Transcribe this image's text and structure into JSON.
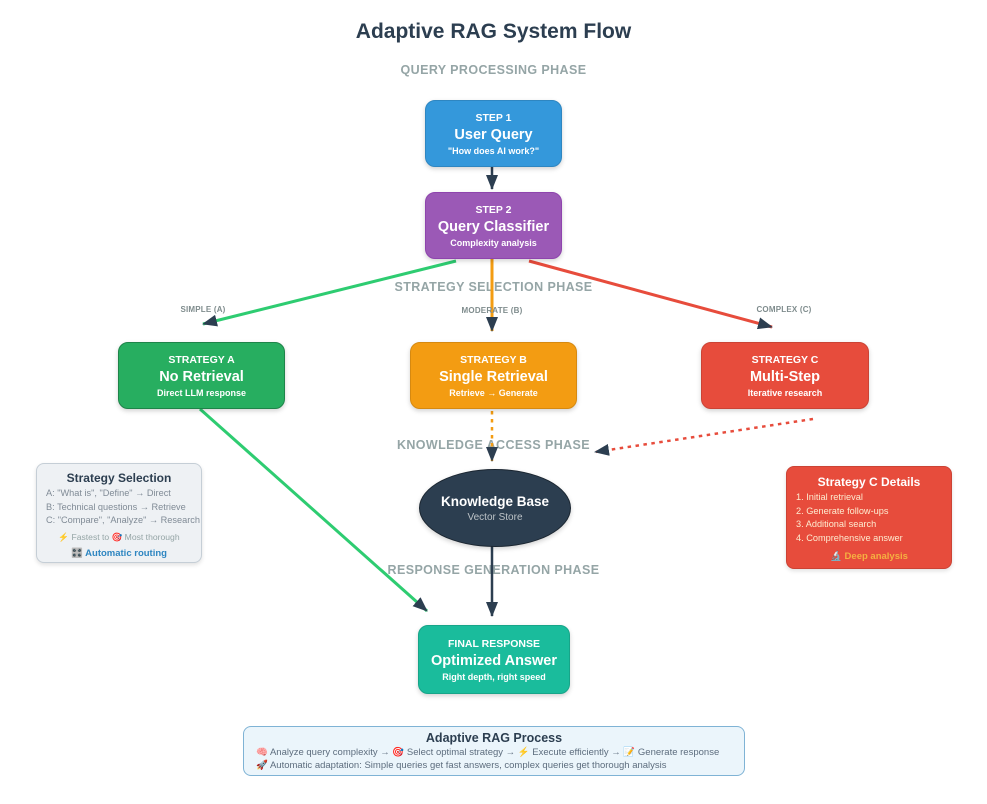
{
  "title": "Adaptive RAG System Flow",
  "phases": {
    "query": "QUERY PROCESSING PHASE",
    "strategy": "STRATEGY SELECTION PHASE",
    "knowledge": "KNOWLEDGE ACCESS PHASE",
    "response": "RESPONSE GENERATION PHASE"
  },
  "nodes": {
    "step1": {
      "label": "STEP 1",
      "title": "User Query",
      "subtitle": "\"How does AI work?\""
    },
    "step2": {
      "label": "STEP 2",
      "title": "Query Classifier",
      "subtitle": "Complexity analysis"
    },
    "strategy_a": {
      "label": "STRATEGY A",
      "title": "No Retrieval",
      "subtitle": "Direct LLM response"
    },
    "strategy_b": {
      "label": "STRATEGY B",
      "title": "Single Retrieval",
      "subtitle": "Retrieve → Generate"
    },
    "strategy_c": {
      "label": "STRATEGY C",
      "title": "Multi-Step",
      "subtitle": "Iterative research"
    },
    "knowledge_base": {
      "title": "Knowledge Base",
      "subtitle": "Vector Store"
    },
    "final_response": {
      "label": "FINAL RESPONSE",
      "title": "Optimized Answer",
      "subtitle": "Right depth, right speed"
    }
  },
  "edges": {
    "simple": "SIMPLE (A)",
    "moderate": "MODERATE (B)",
    "complex": "COMPLEX (C)"
  },
  "notes": {
    "strategy_selection": {
      "title": "Strategy Selection",
      "rules": [
        "A: \"What is\", \"Define\" → Direct",
        "B: Technical questions → Retrieve",
        "C: \"Compare\", \"Analyze\" → Research"
      ],
      "speed_note": "⚡ Fastest to 🎯 Most thorough",
      "routing_icon": "🎛️",
      "routing_label": "Automatic routing"
    },
    "strategy_c_details": {
      "title": "Strategy C Details",
      "steps": [
        "1. Initial retrieval",
        "2. Generate follow-ups",
        "3. Additional search",
        "4. Comprehensive answer"
      ],
      "footer_icon": "🔬",
      "footer_label": "Deep analysis"
    }
  },
  "process": {
    "title": "Adaptive RAG Process",
    "flow_line": "🧠 Analyze query complexity → 🎯 Select optimal strategy → ⚡ Execute efficiently → 📝 Generate response",
    "adaptation_line": "🚀 Automatic adaptation: Simple queries get fast answers, complex queries get thorough analysis"
  },
  "colors": {
    "step1_blue": "#3498db",
    "step2_purple": "#9b59b6",
    "strategy_a_green": "#27ae60",
    "strategy_b_orange": "#f39c12",
    "strategy_c_red": "#e74c3c",
    "knowledge_navy": "#2c3e50",
    "final_teal": "#1abc9c",
    "green_edge": "#2ecc71",
    "arrowhead_navy": "#2c3e50",
    "phase_label_gray": "#95a5a6"
  }
}
